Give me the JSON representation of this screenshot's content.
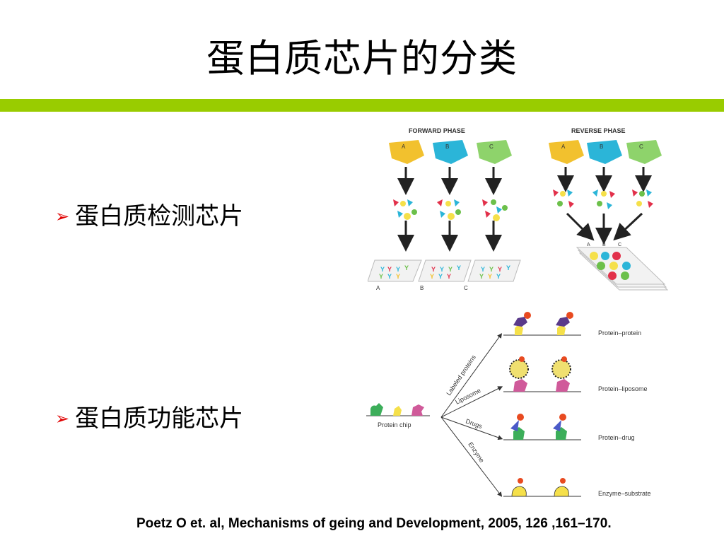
{
  "slide": {
    "title": "蛋白质芯片的分类",
    "accent_bar_color": "#99cc00"
  },
  "bullets": [
    {
      "label": "蛋白质检测芯片",
      "marker_color": "#e00000"
    },
    {
      "label": "蛋白质功能芯片",
      "marker_color": "#e00000"
    }
  ],
  "figure_top": {
    "forward_phase_label": "FORWARD PHASE",
    "reverse_phase_label": "REVERSE PHASE",
    "sample_letters": [
      "A",
      "B",
      "C"
    ],
    "sample_colors": [
      "#f2c12e",
      "#2bb5d8",
      "#8ed36b"
    ]
  },
  "figure_bottom": {
    "protein_chip_label": "Protein chip",
    "branch_labels": [
      "Labeled proteins",
      "Liposome",
      "Drugs",
      "Enzyme"
    ],
    "row_labels": [
      "Protein–protein",
      "Protein–liposome",
      "Protein–drug",
      "Enzyme–substrate"
    ]
  },
  "citation": "Poetz O et. al, Mechanisms of geing and Development, 2005, 126 ,161–170."
}
